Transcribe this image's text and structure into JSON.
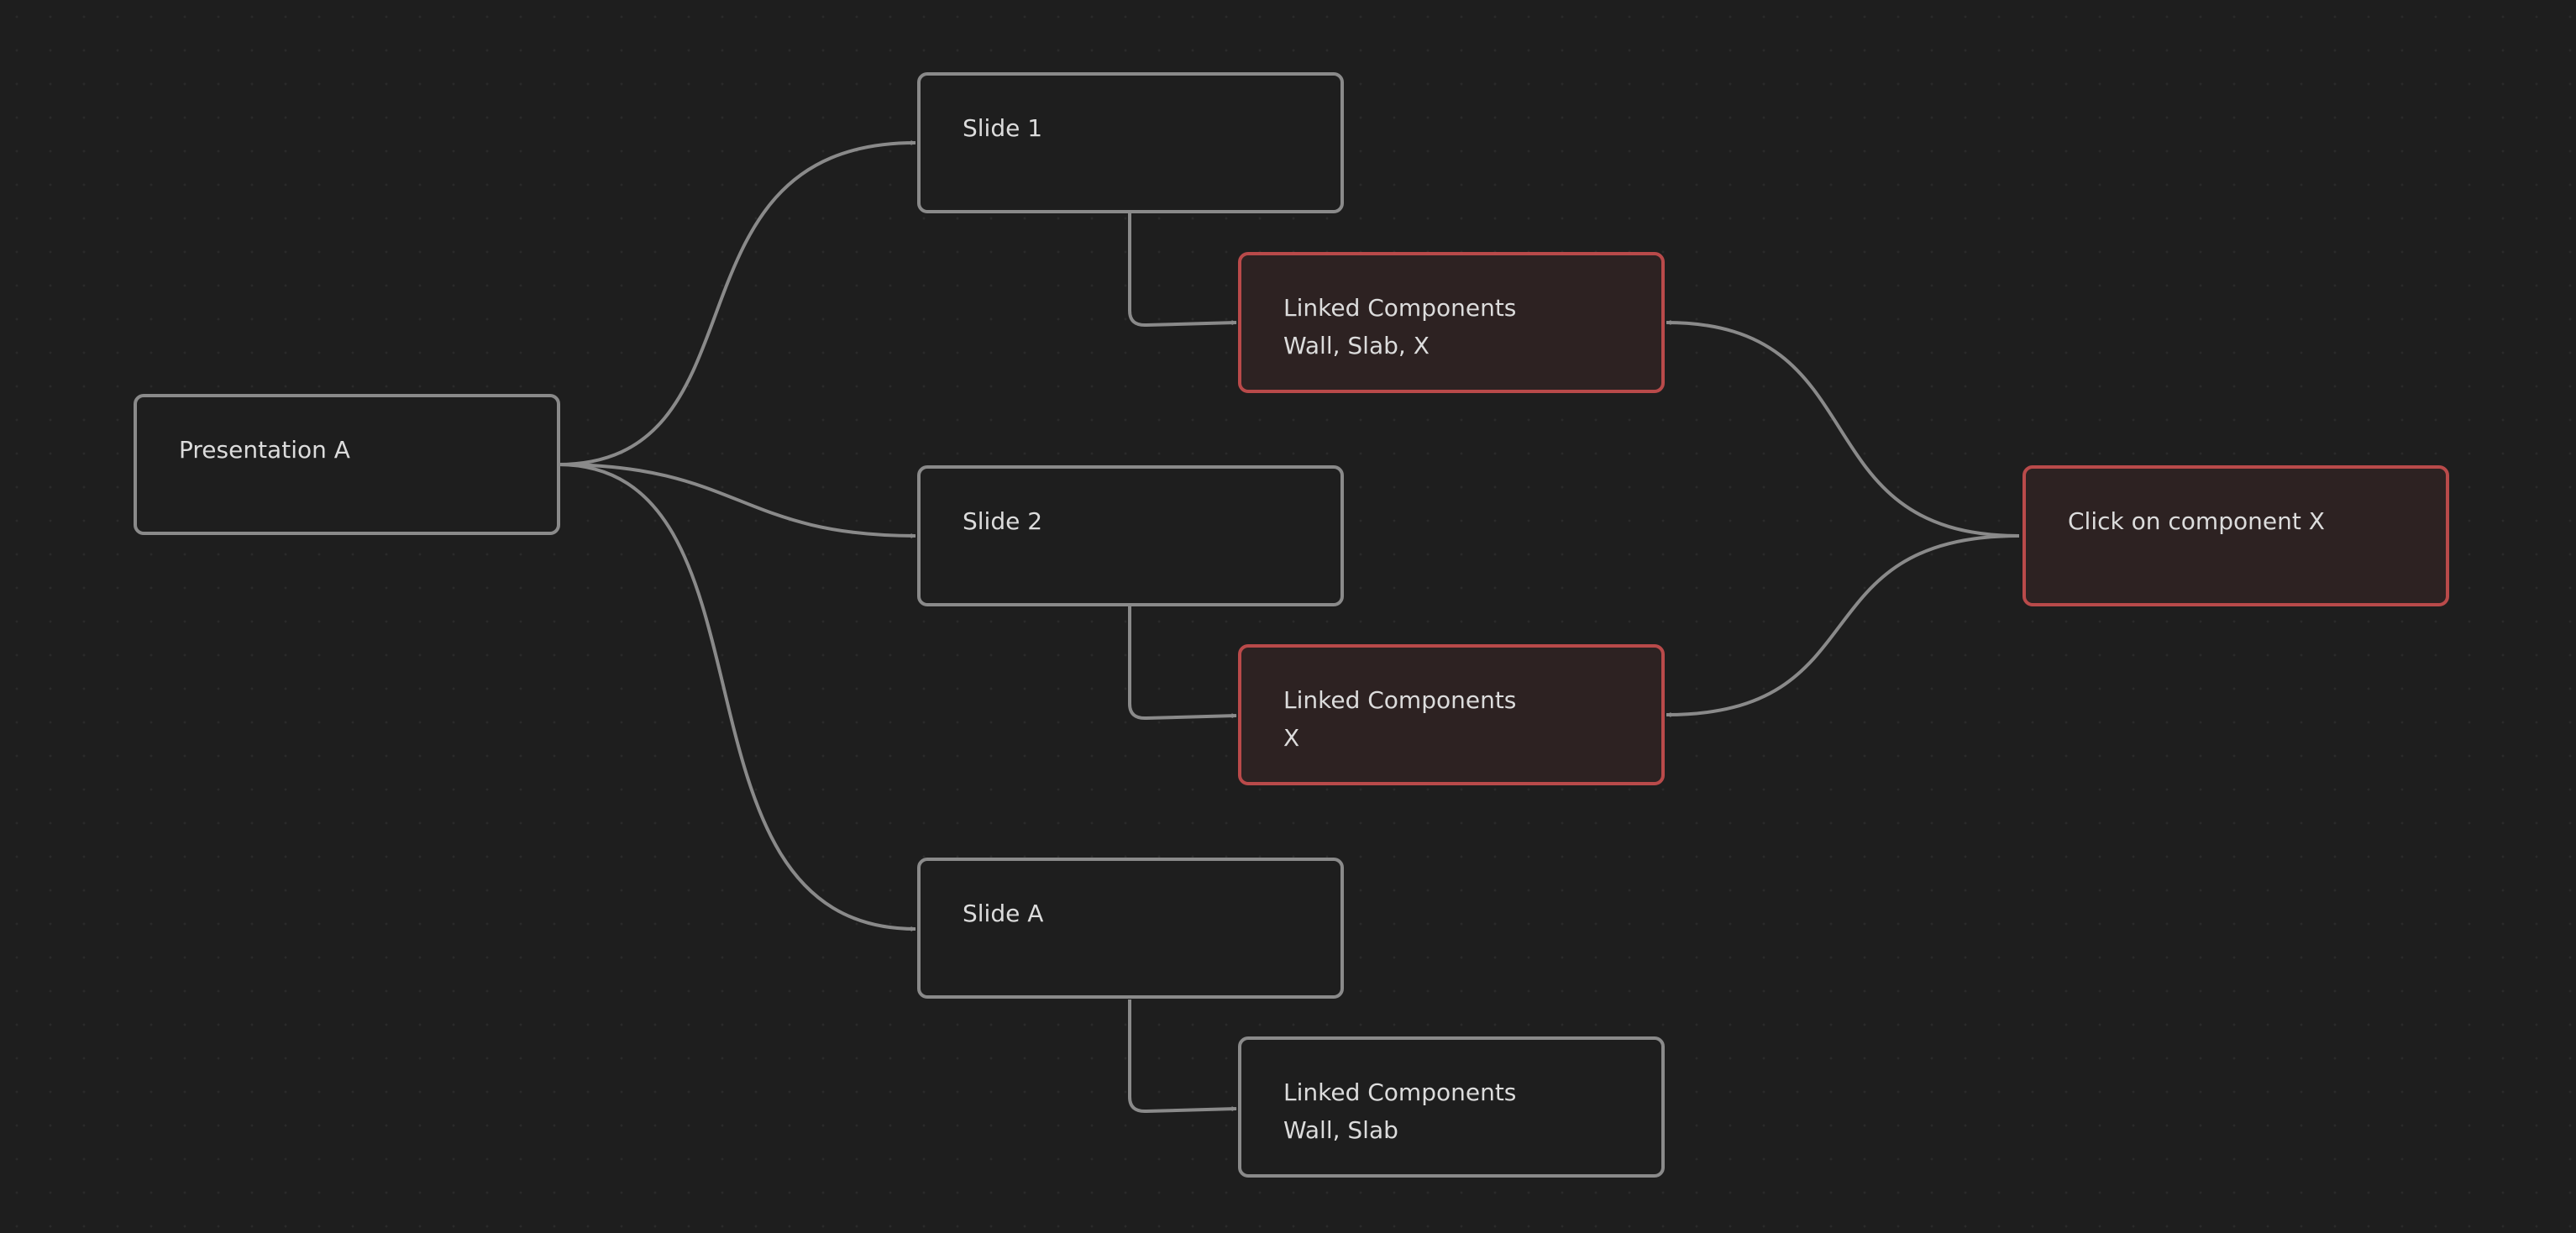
{
  "accent_color": "#b94a4a",
  "edge_color": "#8a8a8a",
  "nodes": {
    "presentation": {
      "line1": "Presentation A"
    },
    "slide1": {
      "line1": "Slide 1"
    },
    "slide2": {
      "line1": "Slide 2"
    },
    "slideA": {
      "line1": "Slide A"
    },
    "linked1": {
      "line1": "Linked Components",
      "line2": "Wall, Slab, X"
    },
    "linked2": {
      "line1": "Linked Components",
      "line2": "X"
    },
    "linked3": {
      "line1": "Linked Components",
      "line2": "Wall, Slab"
    },
    "click": {
      "line1": "Click on component X"
    }
  }
}
